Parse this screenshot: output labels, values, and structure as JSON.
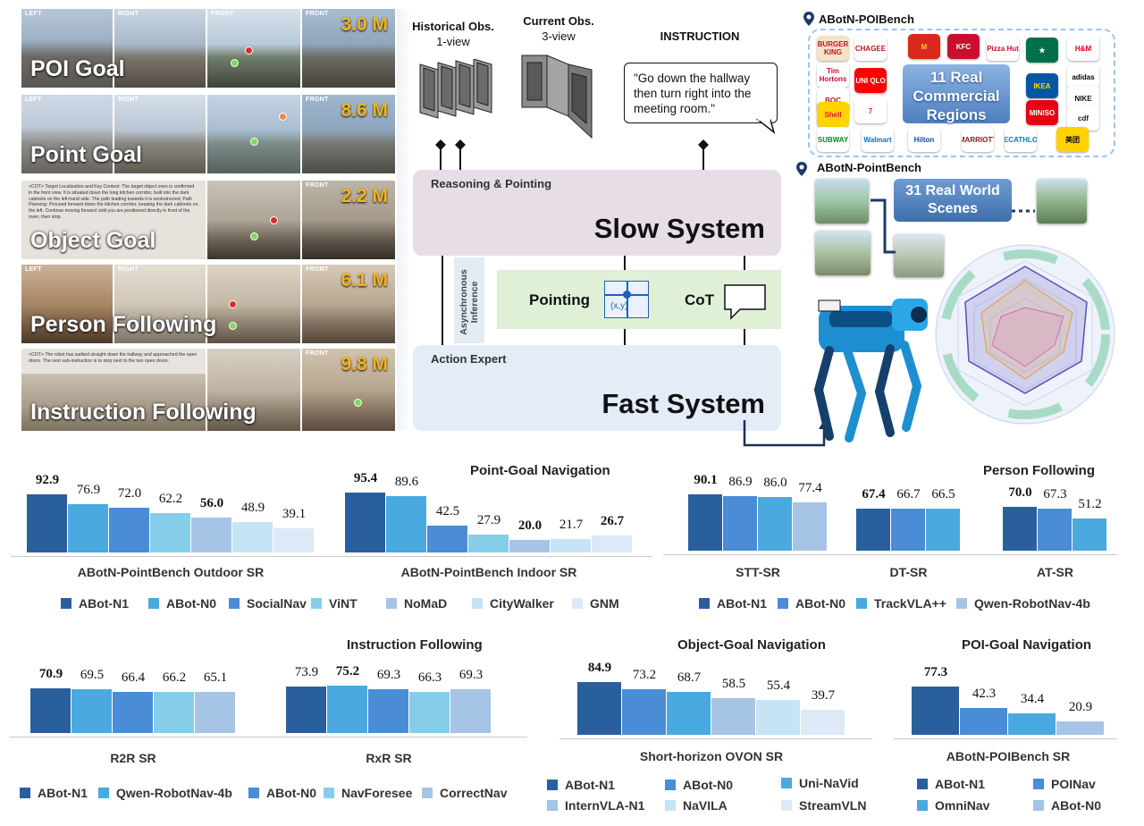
{
  "tasks": [
    {
      "title": "POI Goal",
      "distance": "3.0 M",
      "cams": [
        "LEFT",
        "RIGHT",
        "FRONT",
        "FRONT"
      ]
    },
    {
      "title": "Point Goal",
      "distance": "8.6 M",
      "cams": [
        "LEFT",
        "RIGHT",
        "",
        "FRONT"
      ]
    },
    {
      "title": "Object Goal",
      "distance": "2.2 M",
      "cams": [
        "",
        "",
        "",
        "FRONT"
      ],
      "cot": "<COT> Target Localization and Key Context: The target object oven is confirmed in the front view. It is situated down the long kitchen corridor, built into the dark cabinets on the left-hand side. The path leading towards it is unobstructed; Path Planning: Proceed forward down the kitchen corridor, keeping the dark cabinets on the left. Continue moving forward until you are positioned directly in front of the oven, then stop."
    },
    {
      "title": "Person Following",
      "distance": "6.1 M",
      "cams": [
        "LEFT",
        "RIGHT",
        "",
        "FRONT"
      ]
    },
    {
      "title": "Instruction Following",
      "distance": "9.8 M",
      "cams": [
        "",
        "",
        "",
        "FRONT"
      ],
      "cot": "<COT> The robot has walked straight down the hallway and approached the open doors. The next sub-instruction is to stop next to the two open doors."
    }
  ],
  "system": {
    "historical_title": "Historical Obs.",
    "historical_sub": "1-view",
    "current_title": "Current Obs.",
    "current_sub": "3-view",
    "instruction_title": "INSTRUCTION",
    "instruction_text": "\"Go down the hallway then turn right into the meeting room.\"",
    "reasoning_label": "Reasoning & Pointing",
    "slow_label": "Slow System",
    "async_label": "Asynchronous Inference",
    "pointing_label": "Pointing",
    "pointing_coord": "(x,y)",
    "cot_label": "CoT",
    "action_label": "Action Expert",
    "fast_label": "Fast System",
    "colors": {
      "slow": "#e6dde6",
      "fast": "#e3ecf7",
      "mid": "#dff0d6"
    }
  },
  "poibench": {
    "title": "ABotN-POIBench",
    "headline": "11 Real Commercial Regions",
    "logos": [
      {
        "name": "BURGER KING",
        "bg": "#f4e3c5",
        "fg": "#c8102e"
      },
      {
        "name": "CHAGEE",
        "bg": "#ffffff",
        "fg": "#b01c1c"
      },
      {
        "name": "M",
        "bg": "#da291c",
        "fg": "#ffc72c"
      },
      {
        "name": "KFC",
        "bg": "#c8102e",
        "fg": "#ffffff"
      },
      {
        "name": "Pizza Hut",
        "bg": "#ffffff",
        "fg": "#c8102e"
      },
      {
        "name": "★",
        "bg": "#00704a",
        "fg": "#ffffff"
      },
      {
        "name": "H&M",
        "bg": "#ffffff",
        "fg": "#e50010"
      },
      {
        "name": "Tim Hortons",
        "bg": "#ffffff",
        "fg": "#c8102e"
      },
      {
        "name": "UNI QLO",
        "bg": "#ff0000",
        "fg": "#ffffff"
      },
      {
        "name": "adidas",
        "bg": "#ffffff",
        "fg": "#000000"
      },
      {
        "name": "BOC",
        "bg": "#ffffff",
        "fg": "#b81c22"
      },
      {
        "name": "IKEA",
        "bg": "#0058a3",
        "fg": "#ffdb00"
      },
      {
        "name": "NIKE",
        "bg": "#ffffff",
        "fg": "#111111"
      },
      {
        "name": "Shell",
        "bg": "#ffd500",
        "fg": "#dd1d21"
      },
      {
        "name": "7",
        "bg": "#ffffff",
        "fg": "#ee2526"
      },
      {
        "name": "MINISO",
        "bg": "#e60012",
        "fg": "#ffffff"
      },
      {
        "name": "cdf",
        "bg": "#ffffff",
        "fg": "#111111"
      },
      {
        "name": "SUBWAY",
        "bg": "#ffffff",
        "fg": "#008c15"
      },
      {
        "name": "Walmart",
        "bg": "#ffffff",
        "fg": "#0071ce"
      },
      {
        "name": "Hilton",
        "bg": "#ffffff",
        "fg": "#104c97"
      },
      {
        "name": "MARRIOTT",
        "bg": "#ffffff",
        "fg": "#8b1c1c"
      },
      {
        "name": "DECATHLON",
        "bg": "#ffffff",
        "fg": "#0082c3"
      },
      {
        "name": "美团",
        "bg": "#ffd100",
        "fg": "#111111"
      }
    ]
  },
  "pointbench": {
    "title": "ABotN-PointBench",
    "headline": "31 Real World Scenes"
  },
  "charts": {
    "pointgoal": {
      "title": "Point-Goal Navigation",
      "groups": [
        {
          "label": "ABotN-PointBench Outdoor SR",
          "values": [
            92.9,
            76.9,
            72.0,
            62.2,
            56.0,
            48.9,
            39.1
          ],
          "bold": [
            0,
            4
          ]
        },
        {
          "label": "ABotN-PointBench Indoor SR",
          "values": [
            95.4,
            89.6,
            42.5,
            27.9,
            20.0,
            21.7,
            26.7
          ],
          "bold": [
            0,
            4,
            6
          ]
        }
      ],
      "legend": [
        "ABot-N1",
        "ABot-N0",
        "SocialNav",
        "ViNT",
        "NoMaD",
        "CityWalker",
        "GNM"
      ],
      "colors": [
        "#2a5f9e",
        "#4aa9df",
        "#4a8cd6",
        "#86cdea",
        "#a5c4e6",
        "#c6e4f5",
        "#dde9f6"
      ]
    },
    "person": {
      "title": "Person Following",
      "groups": [
        {
          "label": "STT-SR",
          "values": [
            90.1,
            86.9,
            86.0,
            77.4
          ],
          "bold": [
            0
          ]
        },
        {
          "label": "DT-SR",
          "values": [
            67.4,
            66.7,
            66.5
          ],
          "bold": [
            0
          ]
        },
        {
          "label": "AT-SR",
          "values": [
            70.0,
            67.3,
            51.2
          ],
          "bold": [
            0
          ]
        }
      ],
      "legend": [
        "ABot-N1",
        "ABot-N0",
        "TrackVLA++",
        "Qwen-RobotNav-4b"
      ],
      "colors": [
        "#2a5f9e",
        "#4a8cd6",
        "#4aa9df",
        "#a5c4e6"
      ]
    },
    "instruction": {
      "title": "Instruction Following",
      "groups": [
        {
          "label": "R2R SR",
          "values": [
            70.9,
            69.5,
            66.4,
            66.2,
            65.1
          ],
          "bold": [
            0
          ]
        },
        {
          "label": "RxR SR",
          "values": [
            73.9,
            75.2,
            69.3,
            66.3,
            69.3
          ],
          "bold": [
            1
          ]
        }
      ],
      "legend": [
        "ABot-N1",
        "Qwen-RobotNav-4b",
        "ABot-N0",
        "NavForesee",
        "CorrectNav"
      ],
      "colors": [
        "#2a5f9e",
        "#4aa9df",
        "#4a8cd6",
        "#86cdea",
        "#a5c4e6"
      ]
    },
    "object": {
      "title": "Object-Goal Navigation",
      "groups": [
        {
          "label": "Short-horizon OVON SR",
          "values": [
            84.9,
            73.2,
            68.7,
            58.5,
            55.4,
            39.7
          ],
          "bold": [
            0
          ]
        }
      ],
      "legend": [
        "ABot-N1",
        "ABot-N0",
        "Uni-NaVid",
        "InternVLA-N1",
        "NaVILA",
        "StreamVLN"
      ],
      "colors": [
        "#2a5f9e",
        "#4a8cd6",
        "#4aa9df",
        "#a5c4e6",
        "#c6e4f5",
        "#dde9f6"
      ]
    },
    "poi": {
      "title": "POI-Goal Navigation",
      "groups": [
        {
          "label": "ABotN-POIBench SR",
          "values": [
            77.3,
            42.3,
            34.4,
            20.9
          ],
          "bold": [
            0
          ]
        }
      ],
      "legend": [
        "ABot-N1",
        "POINav",
        "OmniNav",
        "ABot-N0"
      ],
      "colors": [
        "#2a5f9e",
        "#4a8cd6",
        "#4aa9df",
        "#a5c4e6"
      ]
    }
  }
}
